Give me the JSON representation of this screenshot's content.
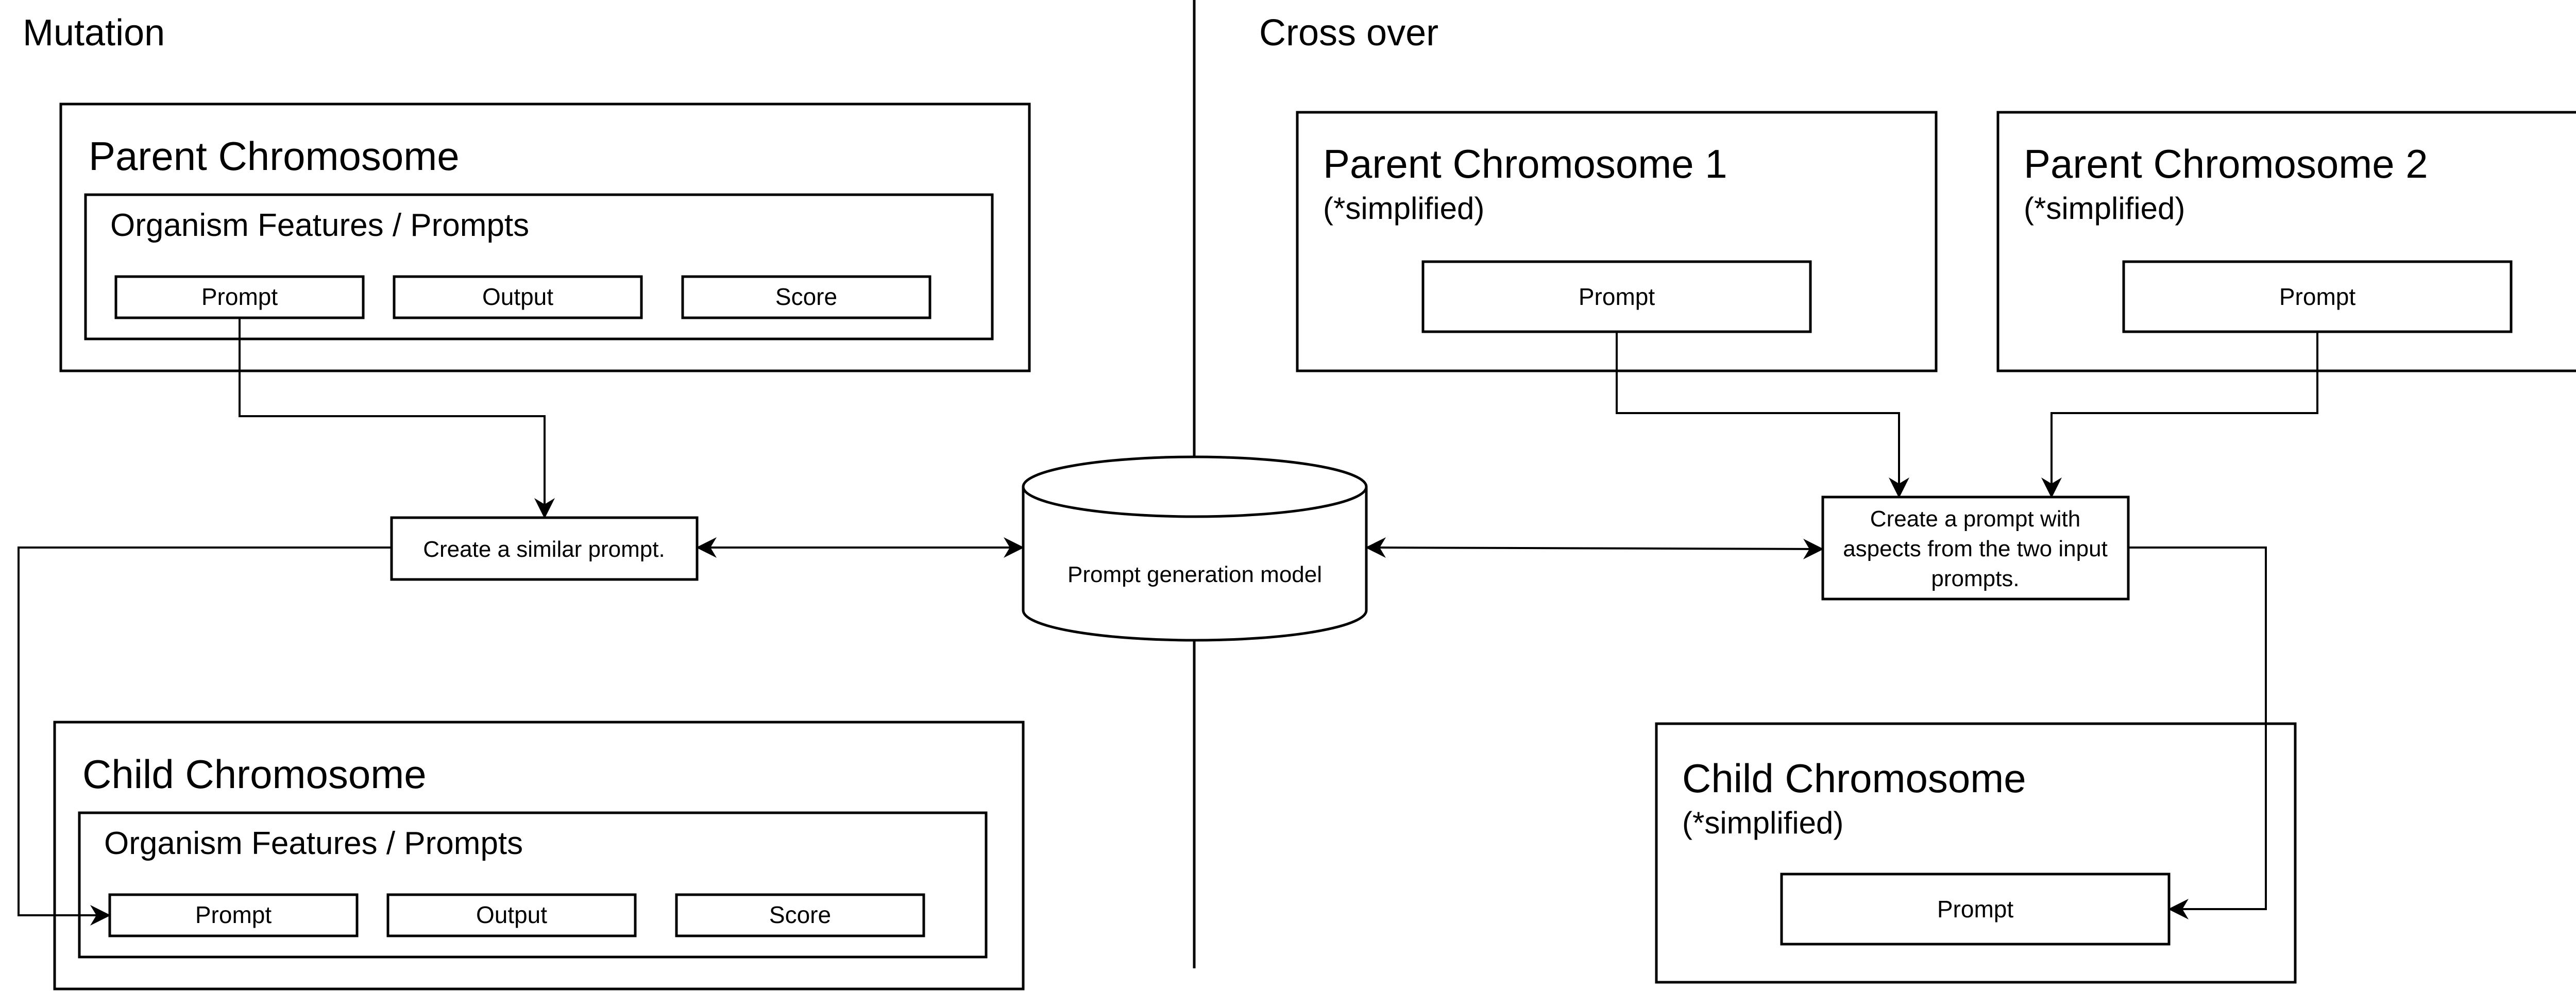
{
  "sections": {
    "mutation": "Mutation",
    "crossover": "Cross over"
  },
  "mutation": {
    "parent": {
      "title": "Parent Chromosome",
      "features_title": "Organism Features / Prompts",
      "cells": [
        "Prompt",
        "Output",
        "Score"
      ]
    },
    "operation": "Create a similar prompt.",
    "child": {
      "title": "Child Chromosome",
      "features_title": "Organism Features / Prompts",
      "cells": [
        "Prompt",
        "Output",
        "Score"
      ]
    }
  },
  "model": {
    "label": "Prompt generation model"
  },
  "crossover": {
    "parent1": {
      "title": "Parent Chromosome 1",
      "subtitle": "(*simplified)",
      "cell": "Prompt"
    },
    "parent2": {
      "title": "Parent Chromosome 2",
      "subtitle": "(*simplified)",
      "cell": "Prompt"
    },
    "operation": {
      "lines": [
        "Create a prompt with",
        "aspects from the two input",
        "prompts."
      ]
    },
    "child": {
      "title": "Child Chromosome",
      "subtitle": "(*simplified)",
      "cell": "Prompt"
    }
  }
}
